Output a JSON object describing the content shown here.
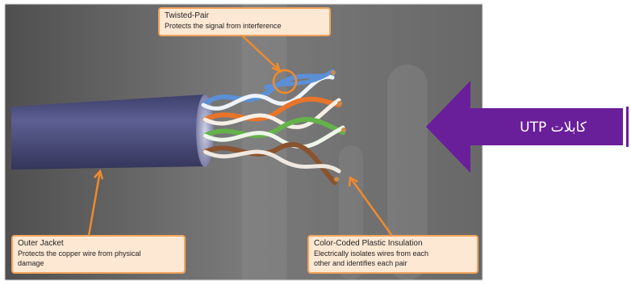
{
  "figure": {
    "description_hidden": ""
  },
  "callouts": {
    "twisted_pair": {
      "title": "Twisted-Pair",
      "desc": "Protects the signal from interference"
    },
    "outer_jacket": {
      "title": "Outer Jacket",
      "desc_line1": "Protects the copper wire from physical",
      "desc_line2": "damage"
    },
    "insulation": {
      "title": "Color-Coded Plastic Insulation",
      "desc_line1": "Electrically isolates wires from each",
      "desc_line2": "other and identifies each pair"
    }
  },
  "banner": {
    "label": "كابلات UTP"
  },
  "colors": {
    "frame_border": "#ffffff",
    "background": "#6b6b6b",
    "jacket": "#4a4c7e",
    "callout_fill": "#fde8d4",
    "callout_border": "#f3a45a",
    "arrow": "#f08a2c",
    "banner_purple": "#6a1f9a",
    "wire_blue": "#5b8fd6",
    "wire_orange": "#e8742a",
    "wire_green": "#64b24a",
    "wire_brown": "#8a5330"
  }
}
